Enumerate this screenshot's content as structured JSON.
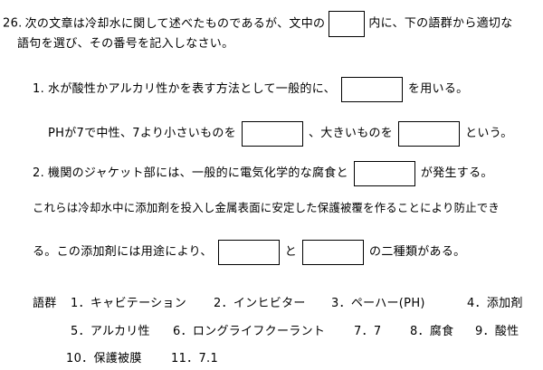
{
  "question": {
    "number": "26.",
    "stem_part1": "次の文章は冷却水に関して述べたものであるが、文中の",
    "stem_part2": "内に、下の語群から適切な",
    "stem_line2": "語句を選び、その番号を記入しなさい。"
  },
  "item1": {
    "num": "1.",
    "line1_text": "水が酸性かアルカリ性かを表す方法として一般的に、",
    "line1_suffix": "を用いる。",
    "line2_part1": "PHが7で中性、7より小さいものを",
    "line2_part2": "、大きいものを",
    "line2_part3": "という。"
  },
  "item2": {
    "num": "2.",
    "line1_text": "機関のジャケット部には、一般的に電気化学的な腐食と",
    "line1_suffix": "が発生する。",
    "line2_text": "これらは冷却水中に添加剤を投入し金属表面に安定した保護被覆を作ることにより防止でき",
    "line3_part1": "る。この添加剤には用途により、",
    "line3_conj": "と",
    "line3_suffix": "の二種類がある。"
  },
  "vocabulary": {
    "label": "語群",
    "rows": [
      [
        "1．キャビテーション",
        "2．インヒビター",
        "3．ペーハー(PH)",
        "4．添加剤"
      ],
      [
        "5．アルカリ性",
        "6．ロングライフクーラント",
        "7．7",
        "8．腐食",
        "9．酸性"
      ],
      [
        "10．保護被膜",
        "11．7.1"
      ]
    ]
  }
}
